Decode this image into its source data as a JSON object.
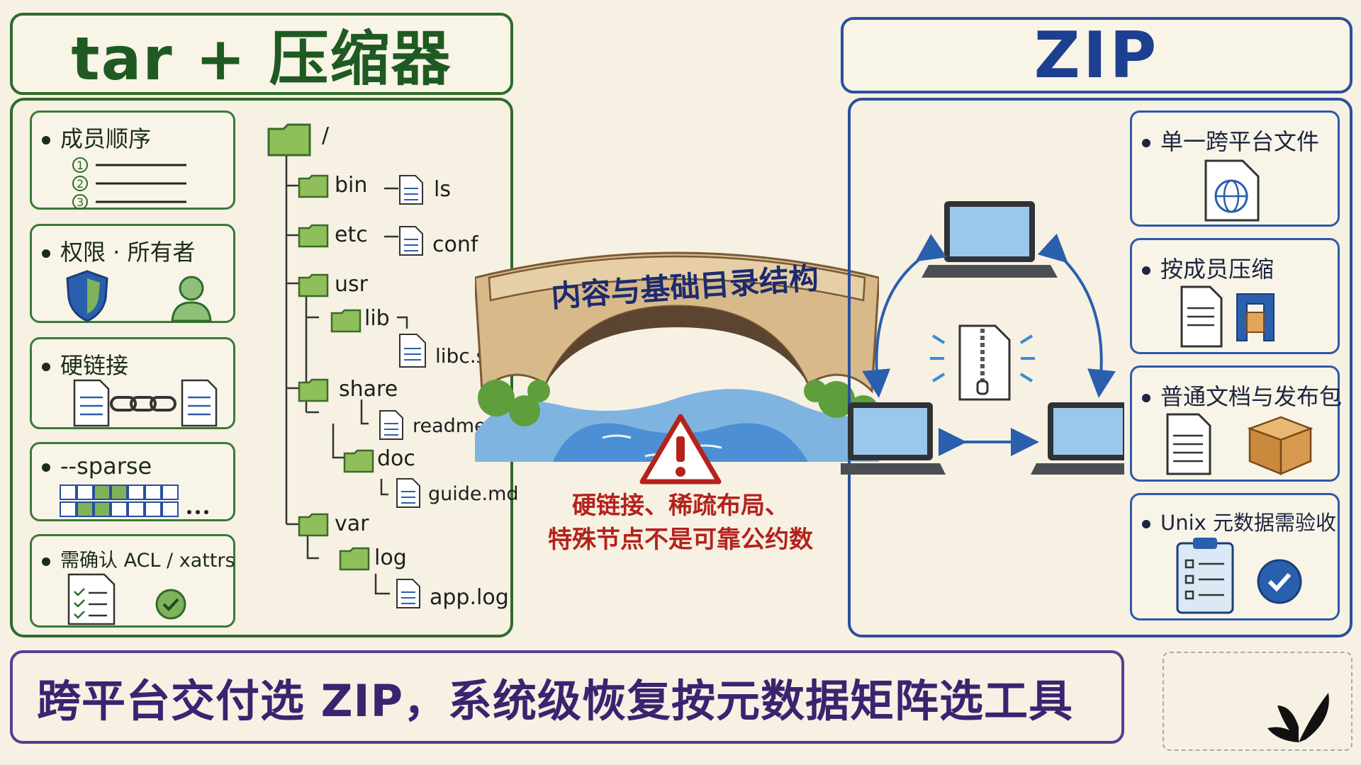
{
  "left": {
    "title": "tar + 压缩器",
    "cards": [
      {
        "label": "成员顺序",
        "icon": "numbered-list-icon"
      },
      {
        "label": "权限 · 所有者",
        "icon": "shield-user-icon"
      },
      {
        "label": "硬链接",
        "icon": "linked-files-icon"
      },
      {
        "label": "--sparse",
        "icon": "sparse-grid-icon"
      },
      {
        "label": "需确认 ACL / xattrs",
        "icon": "checklist-icon"
      }
    ],
    "tree": {
      "root": "/",
      "bin": "bin",
      "ls": "ls",
      "etc": "etc",
      "conf": "conf",
      "usr": "usr",
      "lib": "lib",
      "libc": "libc.so",
      "share": "share",
      "readme": "readme.txt",
      "doc": "doc",
      "guide": "guide.md",
      "var": "var",
      "log": "log",
      "applog": "app.log"
    }
  },
  "bridge": {
    "label": "内容与基础目录结构",
    "warning_line1": "硬链接、稀疏布局、",
    "warning_line2": "特殊节点不是可靠公约数"
  },
  "right": {
    "title": "ZIP",
    "cards": [
      {
        "label": "单一跨平台文件",
        "icon": "globe-file-icon"
      },
      {
        "label": "按成员压缩",
        "icon": "clamp-file-icon"
      },
      {
        "label": "普通文档与发布包",
        "icon": "document-box-icon"
      },
      {
        "label": "Unix 元数据需验收",
        "icon": "clipboard-check-icon"
      }
    ]
  },
  "bottom": {
    "text": "跨平台交付选 ZIP，系统级恢复按元数据矩阵选工具"
  },
  "colors": {
    "green": "#2f6b2c",
    "blue": "#2a4f9e",
    "purple": "#5b3b8f",
    "red": "#b5221c",
    "folder": "#8fbf5a"
  }
}
